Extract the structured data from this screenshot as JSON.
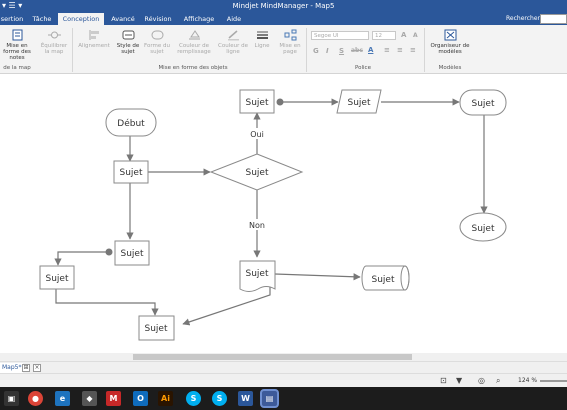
{
  "window": {
    "title": "Mindjet MindManager - Map5"
  },
  "tabs": [
    {
      "label": "sertion"
    },
    {
      "label": "Tâche"
    },
    {
      "label": "Conception"
    },
    {
      "label": "Avancé"
    },
    {
      "label": "Révision"
    },
    {
      "label": "Affichage"
    },
    {
      "label": "Aide"
    }
  ],
  "search": {
    "label": "Rechercher"
  },
  "ribbon": {
    "buttons": {
      "mise_forme_notes": "Mise en forme des notes",
      "equilibrer": "Équilibrer la map",
      "alignement": "Alignement",
      "style_sujet": "Style de sujet",
      "forme_sujet": "Forme du sujet",
      "couleur_remplissage": "Couleur de remplissage",
      "couleur_ligne": "Couleur de ligne",
      "ligne": "Ligne",
      "mise_en_page": "Mise en page",
      "organiseur": "Organiseur de modèles"
    },
    "font": {
      "name": "Segoe UI",
      "size": "12"
    },
    "format": {
      "bold": "G",
      "italic": "I",
      "underline": "S",
      "strike": "abc",
      "grow": "A",
      "shrink": "A"
    },
    "groups": {
      "map": "de la map",
      "mise_forme_objets": "Mise en forme des objets",
      "police": "Police",
      "modeles": "Modèles"
    }
  },
  "canvas": {
    "nodes": {
      "debut": "Début",
      "sujet_1": "Sujet",
      "decision": "Sujet",
      "sujet_top": "Sujet",
      "sujet_para": "Sujet",
      "sujet_ellipse_top": "Sujet",
      "sujet_ellipse_bottom": "Sujet",
      "sujet_2": "Sujet",
      "sujet_left": "Sujet",
      "sujet_bottom": "Sujet",
      "sujet_doc": "Sujet",
      "sujet_cyl": "Sujet"
    },
    "labels": {
      "oui": "Oui",
      "non": "Non"
    }
  },
  "sheet": {
    "tab": "Map5*"
  },
  "status": {
    "zoom": "124 %"
  },
  "taskbar": {
    "apps": [
      "chrome-icon",
      "edge-icon",
      "app-icon",
      "mindmanager-icon",
      "outlook-icon",
      "illustrator-icon",
      "skype-icon",
      "word-icon",
      "mindjet-icon"
    ]
  }
}
